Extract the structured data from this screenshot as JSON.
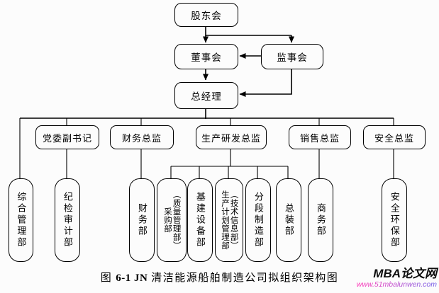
{
  "figure": {
    "nodes": {
      "shareholders": "股东会",
      "board": "董事会",
      "supervisory": "监事会",
      "general_manager": "总经理"
    },
    "directors": [
      {
        "label": "党委副书记"
      },
      {
        "label": "财务总监"
      },
      {
        "label": "生产研发总监"
      },
      {
        "label": "销售总监"
      },
      {
        "label": "安全总监"
      }
    ],
    "departments": [
      {
        "label": "综合管理部",
        "columns": {
          "left": "综合管理部",
          "right": ""
        }
      },
      {
        "label": "纪检审计部",
        "columns": {
          "left": "纪检审计部",
          "right": ""
        }
      },
      {
        "label": "财务部",
        "columns": {
          "left": "财务部",
          "right": ""
        }
      },
      {
        "label": "采购部（质量管理部）",
        "columns": {
          "left": "采购部",
          "right": "（质量管理部）"
        }
      },
      {
        "label": "基建设备部",
        "columns": {
          "left": "基建设备部",
          "right": ""
        }
      },
      {
        "label": "生产计划管理部（技术信息部）",
        "columns": {
          "left": "生产计划管理部",
          "right": "（技术信息部）"
        }
      },
      {
        "label": "分段制造部",
        "columns": {
          "left": "分段制造部",
          "right": ""
        }
      },
      {
        "label": "总装部",
        "columns": {
          "left": "总装部",
          "right": ""
        }
      },
      {
        "label": "商务部",
        "columns": {
          "left": "商务部",
          "right": ""
        }
      },
      {
        "label": "安全环保部",
        "columns": {
          "left": "安全环保部",
          "right": ""
        }
      }
    ]
  },
  "caption": {
    "figure_label": "图",
    "figure_number": "6-1 JN",
    "title": "清洁能源船舶制造公司拟组织架构图"
  },
  "watermark": {
    "site_name": "MBA论文网",
    "site_url": "www.51mbalunwen.com",
    "url_gradient_start": "#ff30b4",
    "url_gradient_end": "#6f5ce8"
  },
  "colors": {
    "line": "#000000",
    "box_border": "#000000",
    "box_fill": "#fcfcfc",
    "background": "#fcfcfc"
  }
}
